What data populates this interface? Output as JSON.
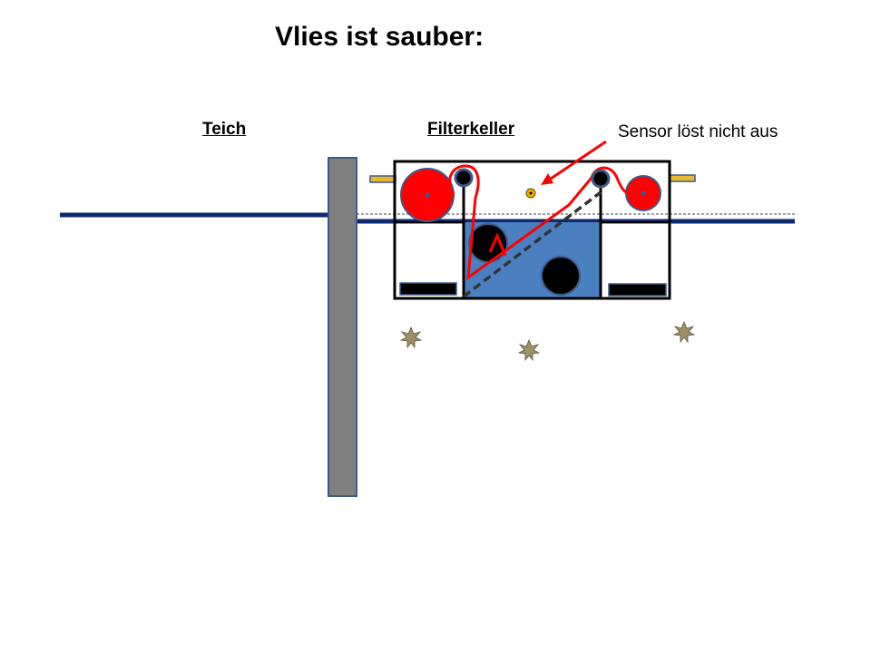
{
  "title": "Vlies ist sauber:",
  "labels": {
    "pond": "Teich",
    "filter_cellar": "Filterkeller"
  },
  "annotation": "Sensor löst nicht aus",
  "colors": {
    "water_line": "#0d2a6e",
    "wall": "#808080",
    "wall_border": "#3d5a8a",
    "water_fill": "#4a7fc0",
    "fleece_roll": "#ff0000",
    "fleece_path": "#ff0000",
    "sensor": "#f0b000",
    "outlet": "#e8b830",
    "particles": "#9b9066"
  }
}
